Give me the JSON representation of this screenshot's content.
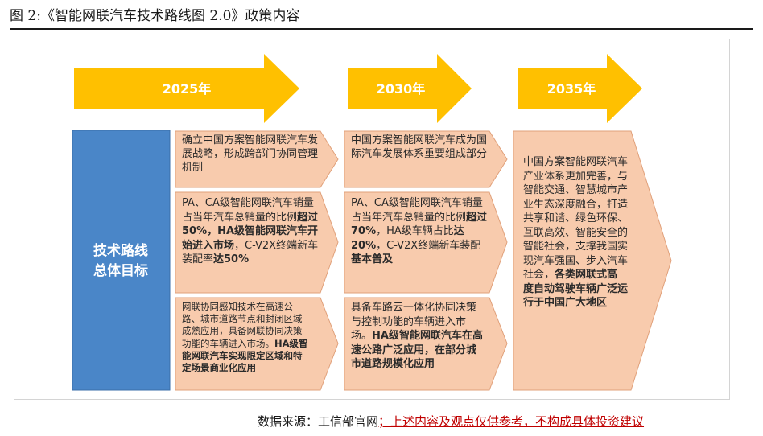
{
  "title": "图 2:《智能网联汽车技术路线图 2.0》政策内容",
  "years": [
    "2025年",
    "2030年",
    "2035年"
  ],
  "goal": {
    "line1": "技术路线",
    "line2": "总体目标"
  },
  "col2025": {
    "row1": "确立中国方案智能网联汽车发展战略，形成跨部门协同管理机制",
    "row2": {
      "t1": "PA、CA级智能网联汽车销量占当年汽车总销量的比例",
      "b1": "超过50%，HA级智能网联汽车开始进入市场",
      "t2": "，C-V2X终端新车装配率",
      "b2": "达50%"
    },
    "row3": {
      "t1": "网联协同感知技术在高速公路、城市道路节点和封闭区域成熟应用，具备网联协同决策功能的车辆进入市场。",
      "b1": "HA级智能网联汽车实现限定区域和特定场景商业化应用"
    }
  },
  "col2030": {
    "row1": "中国方案智能网联汽车成为国际汽车发展体系重要组成部分",
    "row2": {
      "t1": "PA、CA级智能网联汽车销量占当年汽车总销量的比例",
      "b1": "超过70%",
      "t2": "，HA级车辆占比",
      "b2": "达20%",
      "t3": "，C-V2X终端新车装配",
      "b3": "基本普及"
    },
    "row3": {
      "t1": "具备车路云一体化协同决策与控制功能的车辆进入市场。",
      "b1": "HA级智能网联汽车在高速公路广泛应用，在部分城市道路规模化应用"
    }
  },
  "col2035": {
    "t1": "中国方案智能网联汽车产业体系更加完善，与智能交通、智慧城市产业生态深度融合，打造共享和谐、绿色环保、互联高效、智能安全的智能社会，支撑我国实现汽车强国、步入汽车社会，",
    "b1": "各类网联式高度自动驾驶车辆广泛运行于中国广大地区"
  },
  "footer": {
    "source": "数据来源：工信部官网",
    "disclaimer": "；上述内容及观点仅供参考，不构成具体投资建议"
  },
  "colors": {
    "arrow": "#FFC000",
    "goal_box": "#4A86C8",
    "cell_fill": "#F8CBAD",
    "cell_stroke": "#E0A07A",
    "disclaimer": "#C00000"
  }
}
